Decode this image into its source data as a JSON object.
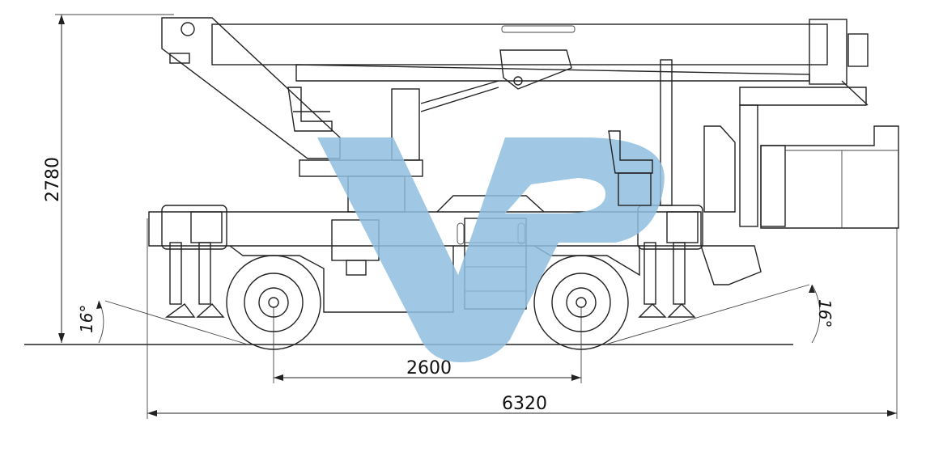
{
  "dimensions": {
    "height_label": "2780",
    "wheelbase_label": "2600",
    "length_label": "6320",
    "angle_front_label": "16°",
    "angle_rear_label": "16°"
  },
  "colors": {
    "line": "#222222",
    "watermark": "#8fbedf"
  }
}
